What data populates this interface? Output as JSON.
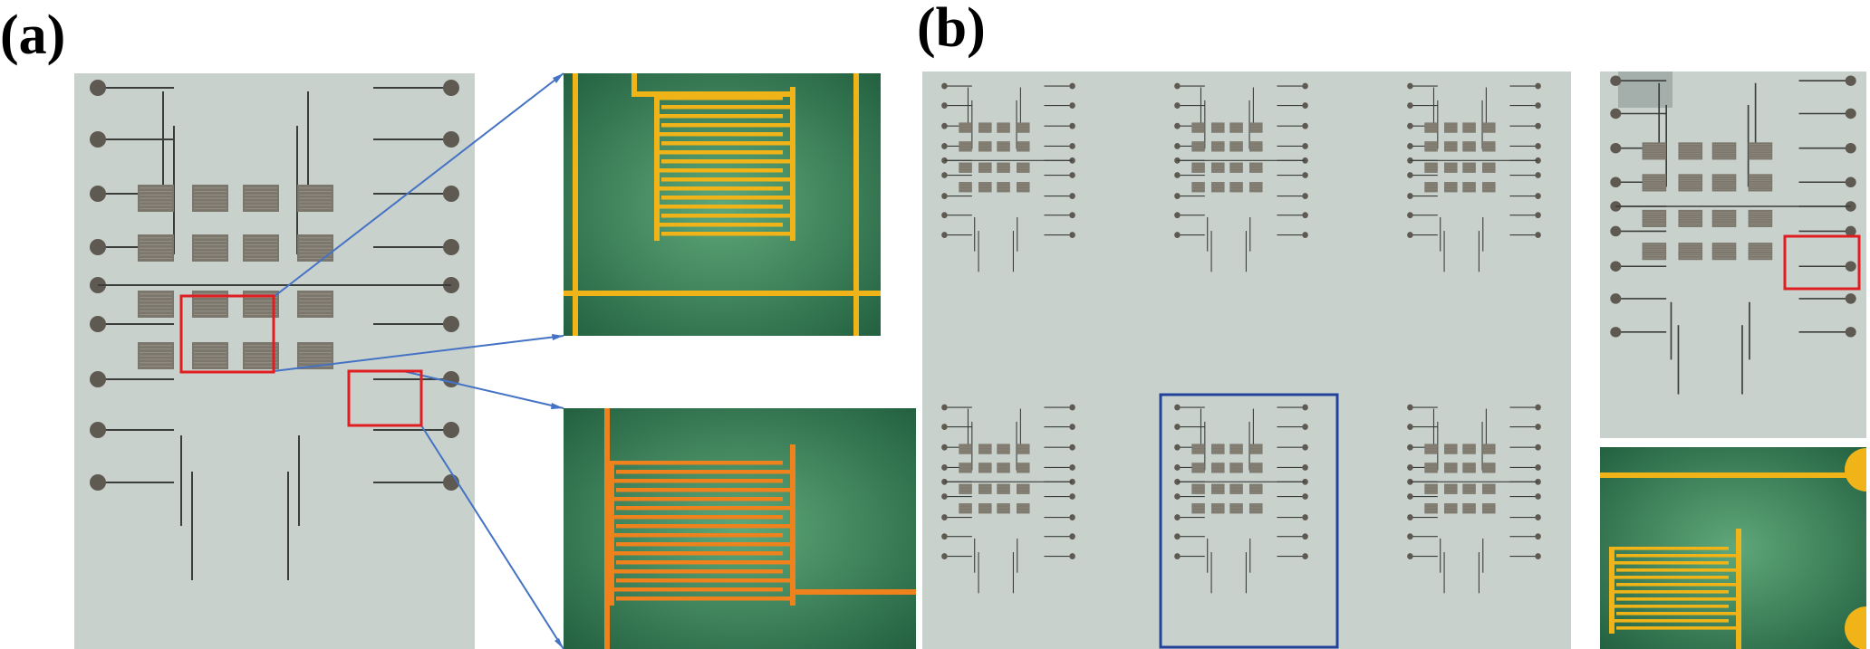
{
  "figure": {
    "panel_a_label": "(a)",
    "panel_b_label": "(b)"
  },
  "colors": {
    "substrate": "#c9d1cc",
    "trace": "#3a3d3a",
    "pad": "#5e5a52",
    "finger_block": "#7c776c",
    "highlight_box": "#e01e22",
    "region_box": "#23439a",
    "callout_line": "#4472c4",
    "micro_background": "#3b8a5c",
    "electrode_orange": "#f0821e",
    "electrode_gold": "#f0b418"
  },
  "images": {
    "panel_a_overview": "photograph-of-electrode-chip",
    "panel_a_zoom_top": "micrograph-interdigitated-electrode-gold",
    "panel_a_zoom_bottom": "micrograph-interdigitated-electrode-orange",
    "panel_b_wafer": "photograph-of-chip-array",
    "panel_b_chip": "photograph-of-single-chip",
    "panel_b_zoom": "micrograph-interdigitated-electrode"
  }
}
